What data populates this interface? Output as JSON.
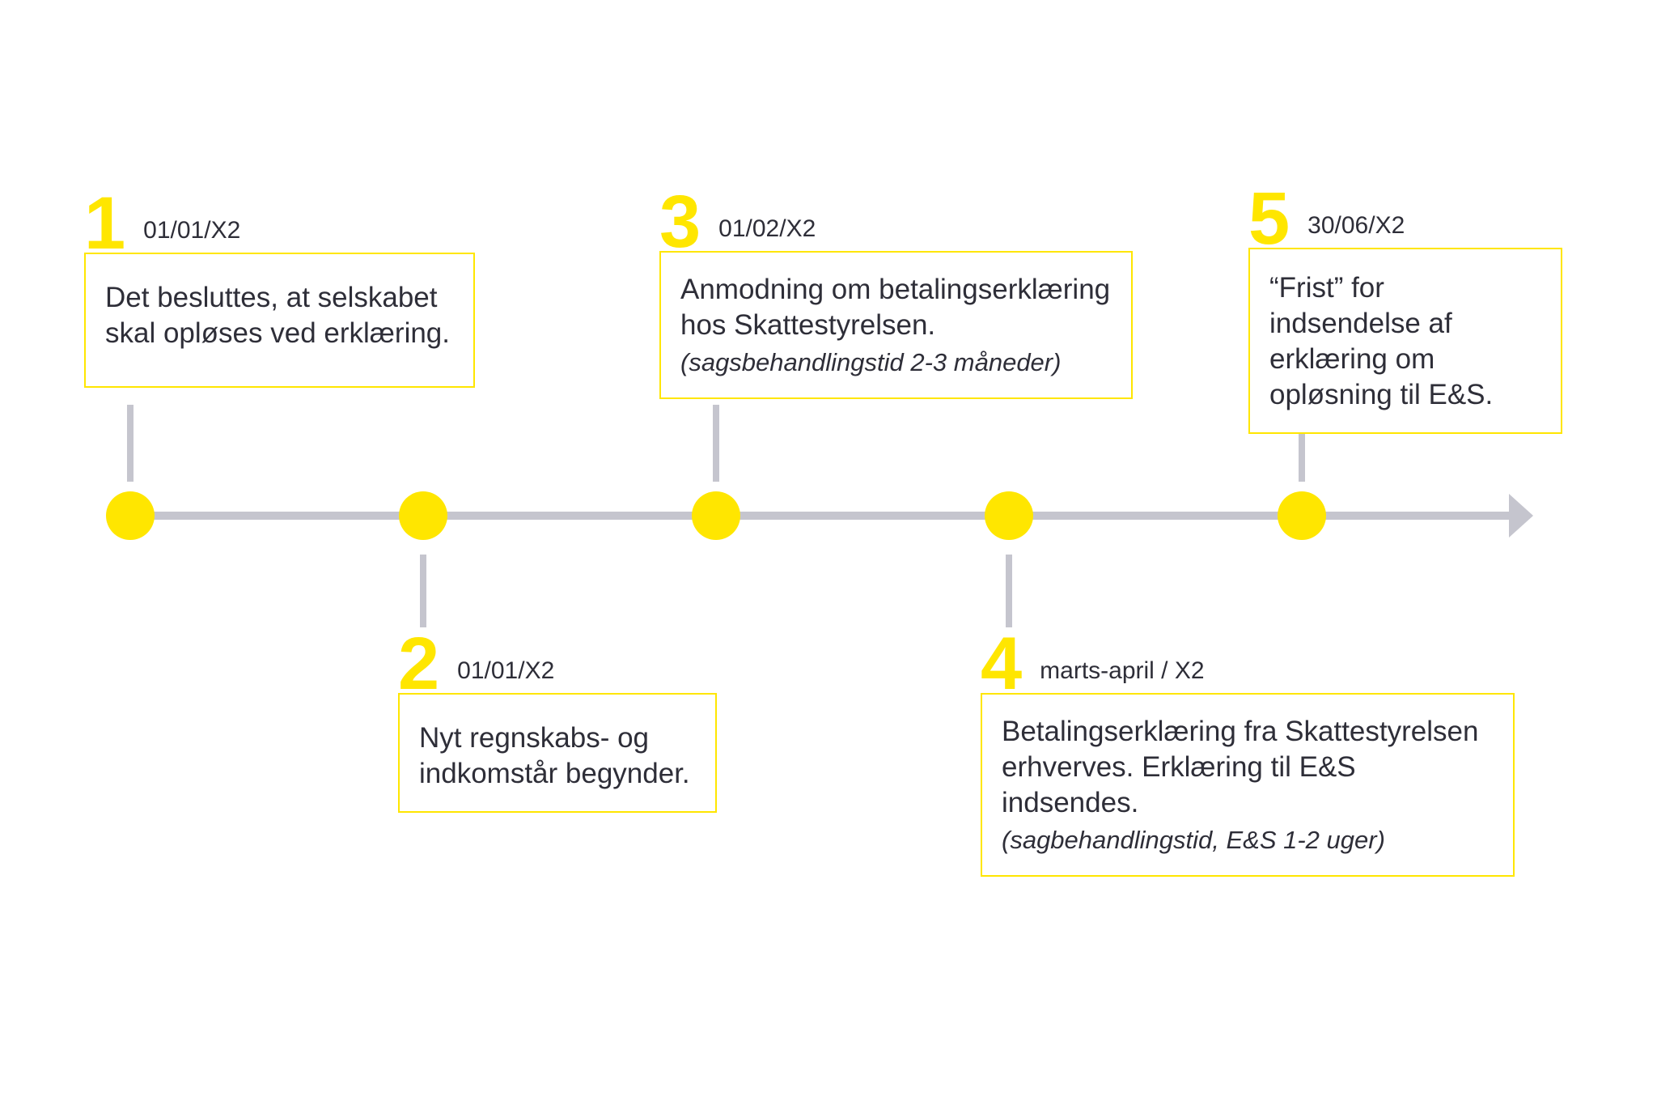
{
  "diagram": {
    "type": "timeline",
    "language": "da",
    "orientation": "horizontal-left-to-right"
  },
  "colors": {
    "accent_yellow": "#FFE600",
    "text_dark": "#2E2E38",
    "line_gray": "#C5C5CE",
    "background": "#FFFFFF"
  },
  "timeline": {
    "arrow_icon": "arrow-right-icon",
    "dot_count": 5
  },
  "milestones": [
    {
      "number": "1",
      "date": "01/01/X2",
      "position": "above",
      "text": "Det besluttes, at selskabet skal opløses ved erklæring."
    },
    {
      "number": "2",
      "date": "01/01/X2",
      "position": "below",
      "text": "Nyt regnskabs- og indkomstår begynder."
    },
    {
      "number": "3",
      "date": "01/02/X2",
      "position": "above",
      "text": "Anmodning om betalingserklæring hos Skattestyrelsen.",
      "note": "(sagsbehandlingstid 2-3 måneder)"
    },
    {
      "number": "4",
      "date": "marts-april / X2",
      "position": "below",
      "text": "Betalingserklæring fra Skattestyrelsen erhverves. Erklæring til E&S indsendes.",
      "note": "(sagbehandlingstid, E&S 1-2 uger)"
    },
    {
      "number": "5",
      "date": "30/06/X2",
      "position": "above",
      "text": "“Frist” for indsendelse af erklæring om opløsning til E&S."
    }
  ]
}
